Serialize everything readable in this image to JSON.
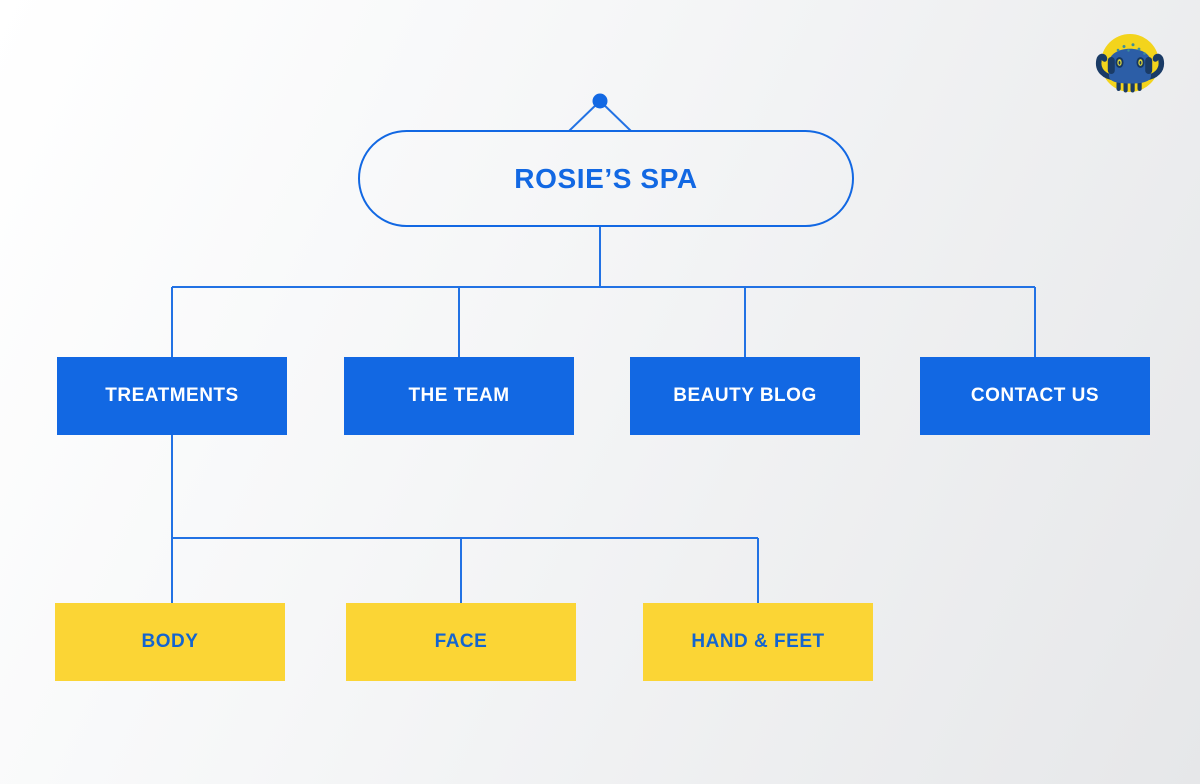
{
  "sitemap": {
    "root": {
      "label": "ROSIE’S SPA"
    },
    "level1_nodes": [
      {
        "id": "treatments",
        "label": "TREATMENTS"
      },
      {
        "id": "the-team",
        "label": "THE TEAM"
      },
      {
        "id": "beauty-blog",
        "label": "BEAUTY BLOG"
      },
      {
        "id": "contact-us",
        "label": "CONTACT US"
      }
    ],
    "level2_nodes": [
      {
        "id": "body",
        "label": "BODY",
        "parent": "treatments"
      },
      {
        "id": "face",
        "label": "FACE",
        "parent": "treatments"
      },
      {
        "id": "hand-feet",
        "label": "HAND & FEET",
        "parent": "treatments"
      }
    ]
  },
  "logo": {
    "name": "octopus-logo"
  },
  "colors": {
    "node_blue": "#1268e3",
    "node_yellow": "#fbd535",
    "connector_blue": "#2272e4",
    "text_on_blue": "#ffffff",
    "text_on_yellow": "#1465cf",
    "bg_start": "#ffffff",
    "bg_end": "#e6e7e9",
    "logo_circle_yellow": "#f3d41c",
    "logo_navy": "#1a3b66",
    "logo_body_blue": "#2c5ea7"
  }
}
